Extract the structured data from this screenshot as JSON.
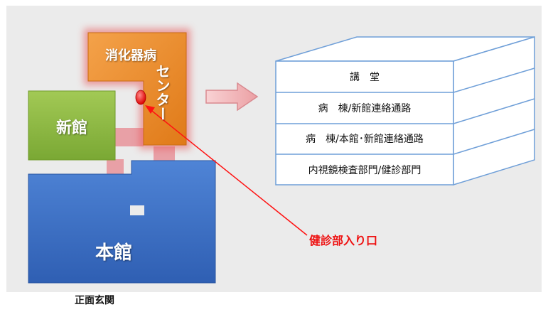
{
  "buildings": {
    "center_title": "消化器病",
    "center_title_vertical": "センター",
    "new_building": "新館",
    "main_building": "本館"
  },
  "entrance_label": "正面玄関",
  "entry_label": "健診部入り口",
  "floors": [
    "講　堂",
    "病　棟/新館連絡通路",
    "病　棟/本館･新館連絡通路",
    "内視鏡検査部門/健診部門"
  ],
  "colors": {
    "center": "#ed8a2c",
    "center_glow": "#e8595c",
    "new_building": "#8ab83e",
    "main_building": "#3b6fc4",
    "corridor": "#e8a0a6",
    "arrow": "#ff1111",
    "box_line": "#6f9fd8"
  }
}
